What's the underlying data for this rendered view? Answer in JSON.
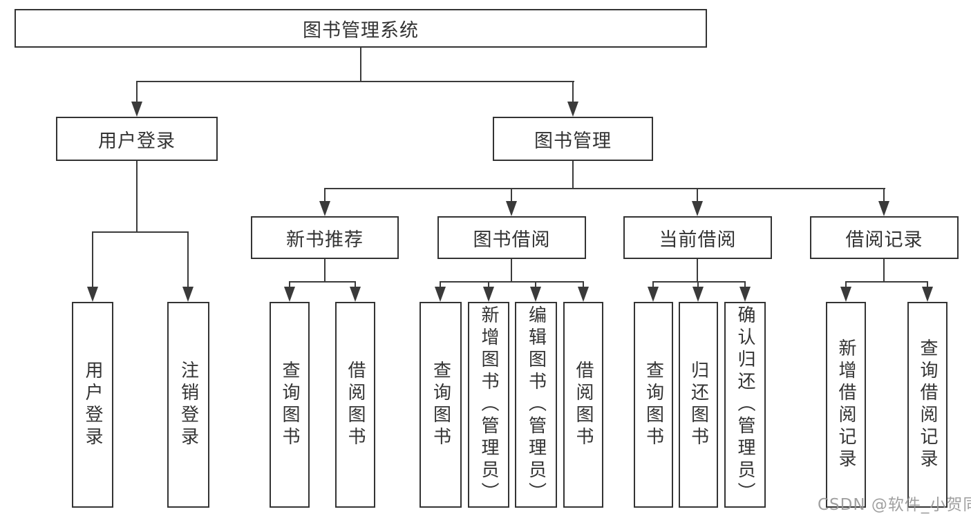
{
  "colors": {
    "line": "#3a3a3a",
    "border": "#333333",
    "text": "#333333",
    "background": "#ffffff",
    "watermark": "#969696"
  },
  "tree": {
    "root": {
      "label": "图书管理系统"
    },
    "branches": [
      {
        "label": "用户登录",
        "children": [
          {
            "label": "用户登录"
          },
          {
            "label": "注销登录"
          }
        ]
      },
      {
        "label": "图书管理",
        "groups": [
          {
            "label": "新书推荐",
            "children": [
              {
                "label": "查询图书"
              },
              {
                "label": "借阅图书"
              }
            ]
          },
          {
            "label": "图书借阅",
            "children": [
              {
                "label": "查询图书"
              },
              {
                "label": "新增图书（管理员）"
              },
              {
                "label": "编辑图书（管理员）"
              },
              {
                "label": "借阅图书"
              }
            ]
          },
          {
            "label": "当前借阅",
            "children": [
              {
                "label": "查询图书"
              },
              {
                "label": "归还图书"
              },
              {
                "label": "确认归还（管理员）"
              }
            ]
          },
          {
            "label": "借阅记录",
            "children": [
              {
                "label": "新增借阅记录"
              },
              {
                "label": "查询借阅记录"
              }
            ]
          }
        ]
      }
    ]
  },
  "watermark": "CSDN @软件_小贺同学"
}
